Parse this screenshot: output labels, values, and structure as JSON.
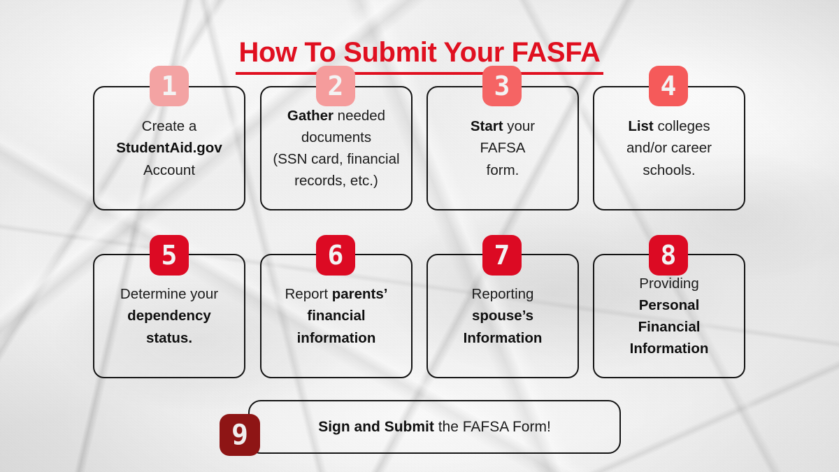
{
  "poster": {
    "title": "How To Submit Your FASFA",
    "title_color": "#E01020",
    "background": "crumpled-paper-texture",
    "card_border_color": "#141414"
  },
  "steps": [
    {
      "number": "1",
      "badge_color": "#F3A3A3",
      "text_plain": "Create a StudentAid.gov Account",
      "text_html": "Create a<br><b>StudentAid.gov</b><br>Account"
    },
    {
      "number": "2",
      "badge_color": "#F59C9C",
      "text_plain": "Gather needed documents (SSN card, financial records, etc.)",
      "text_html": "<b>Gather</b> needed<br>documents<br>(SSN card, financial<br>records, etc.)"
    },
    {
      "number": "3",
      "badge_color": "#F56464",
      "text_plain": "Start your FAFSA form.",
      "text_html": "<b>Start</b> your<br>FAFSA<br>form."
    },
    {
      "number": "4",
      "badge_color": "#F55A5A",
      "text_plain": "List colleges and/or career schools.",
      "text_html": "<b>List</b> colleges<br>and/or career<br>schools."
    },
    {
      "number": "5",
      "badge_color": "#DC0A23",
      "text_plain": "Determine your dependency status.",
      "text_html": "Determine your<br><b>dependency</b><br><b>status.</b>"
    },
    {
      "number": "6",
      "badge_color": "#DC0A23",
      "text_plain": "Report parents' financial information",
      "text_html": "Report <b>parents’</b><br><b>financial</b><br><b>information</b>"
    },
    {
      "number": "7",
      "badge_color": "#DC0A23",
      "text_plain": "Reporting spouse's Information",
      "text_html": "Reporting<br><b>spouse’s</b><br><b>Information</b>"
    },
    {
      "number": "8",
      "badge_color": "#DC0A23",
      "text_plain": "Providing Personal Financial Information",
      "text_html": "Providing<br><b>Personal</b><br><b>Financial</b><br><b>Information</b>"
    }
  ],
  "final_step": {
    "number": "9",
    "badge_color": "#8E1515",
    "text_plain": "Sign and Submit the FAFSA Form!",
    "text_html": "<b>Sign and Submit</b> the FAFSA Form!"
  }
}
